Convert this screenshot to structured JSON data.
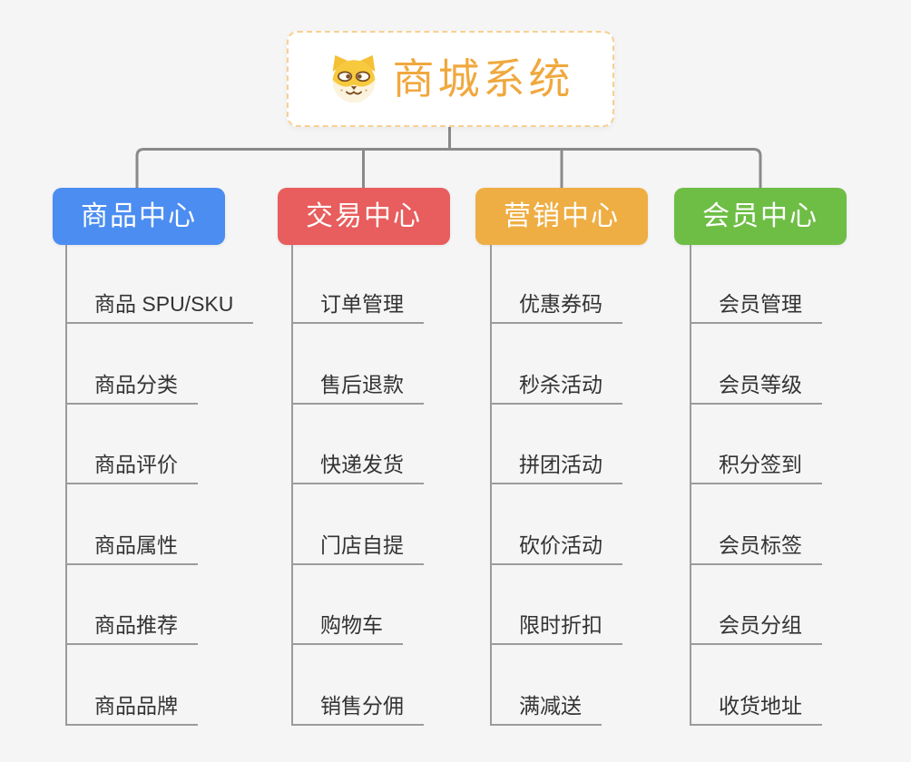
{
  "root": {
    "title": "商城系统",
    "icon": "shiba-dog-icon"
  },
  "branches": [
    {
      "label": "商品中心",
      "color": "#4b8df1",
      "children": [
        "商品 SPU/SKU",
        "商品分类",
        "商品评价",
        "商品属性",
        "商品推荐",
        "商品品牌"
      ]
    },
    {
      "label": "交易中心",
      "color": "#e85d5d",
      "children": [
        "订单管理",
        "售后退款",
        "快递发货",
        "门店自提",
        "购物车",
        "销售分佣"
      ]
    },
    {
      "label": "营销中心",
      "color": "#eeae44",
      "children": [
        "优惠券码",
        "秒杀活动",
        "拼团活动",
        "砍价活动",
        "限时折扣",
        "满减送"
      ]
    },
    {
      "label": "会员中心",
      "color": "#6ebe45",
      "children": [
        "会员管理",
        "会员等级",
        "积分签到",
        "会员标签",
        "会员分组",
        "收货地址"
      ]
    }
  ],
  "colors": {
    "background": "#f5f5f6",
    "root_text": "#f0a83e",
    "root_border": "#f8d091",
    "connector": "#8a8a8a",
    "leaf_line": "#9b9b9b",
    "leaf_text": "#333333"
  }
}
